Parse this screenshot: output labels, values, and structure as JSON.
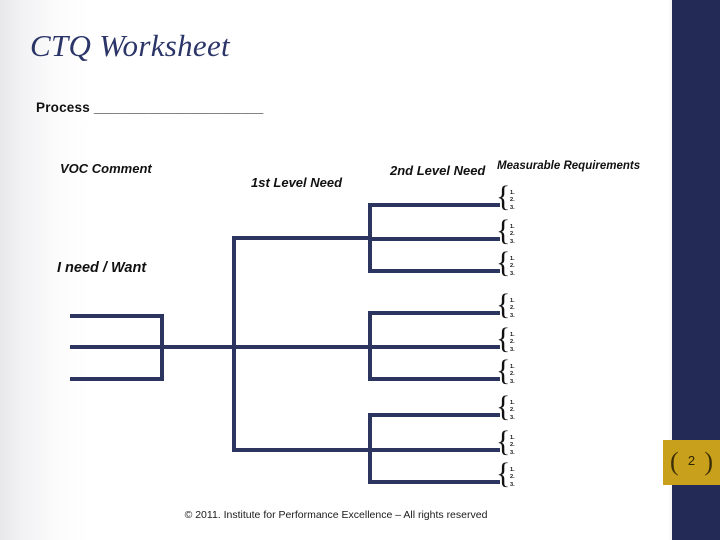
{
  "slide": {
    "title": "CTQ Worksheet",
    "process_label": "Process ______________________",
    "footer": "© 2011. Institute for Performance Excellence – All rights reserved",
    "page_number": "2",
    "badge_bracket_left": "(",
    "badge_bracket_right": ")",
    "accent_navy": "#2c3460",
    "accent_gold": "#c8a01b",
    "title_color": "#2b3568"
  },
  "headings": {
    "voc": "VOC Comment",
    "level1": "1st Level Need",
    "level2": "2nd Level Need",
    "measurable": "Measurable Requirements",
    "need_want": "I need / Want"
  },
  "braces": [
    {
      "glyph": "{",
      "items": [
        "1.",
        "2.",
        "3."
      ]
    },
    {
      "glyph": "{",
      "items": [
        "1.",
        "2.",
        "3."
      ]
    },
    {
      "glyph": "{",
      "items": [
        "1.",
        "2.",
        "3."
      ]
    },
    {
      "glyph": "{",
      "items": [
        "1.",
        "2.",
        "3."
      ]
    },
    {
      "glyph": "{",
      "items": [
        "1.",
        "2.",
        "3."
      ]
    },
    {
      "glyph": "{",
      "items": [
        "1.",
        "2.",
        "3."
      ]
    },
    {
      "glyph": "{",
      "items": [
        "1.",
        "2.",
        "3."
      ]
    },
    {
      "glyph": "{",
      "items": [
        "1.",
        "2.",
        "3."
      ]
    },
    {
      "glyph": "{",
      "items": [
        "1.",
        "2.",
        "3."
      ]
    }
  ]
}
